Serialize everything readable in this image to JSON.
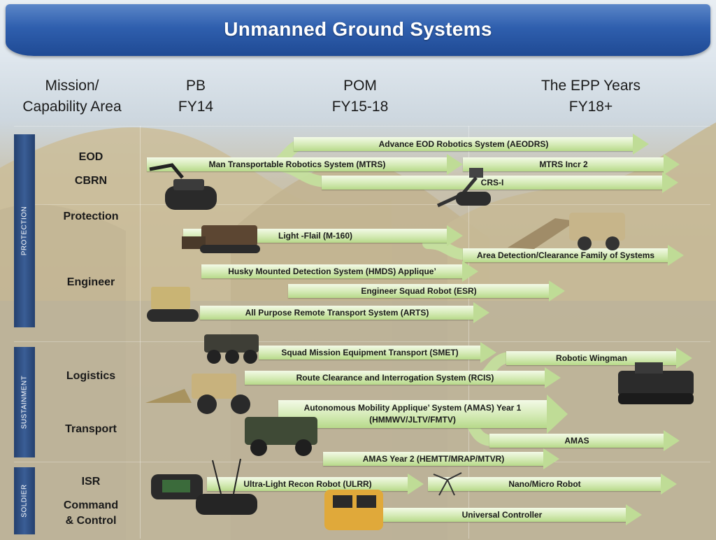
{
  "title": "Unmanned Ground Systems",
  "columns": {
    "mission": [
      "Mission/",
      "Capability Area"
    ],
    "pb": [
      "PB",
      "FY14"
    ],
    "pom": [
      "POM",
      "FY15-18"
    ],
    "epp": [
      "The EPP Years",
      "FY18+"
    ]
  },
  "sidebars": {
    "protection": "PROTECTION",
    "sustainment": "SUSTAINMENT",
    "soldier": "SOLDIER"
  },
  "rows": {
    "eod": "EOD",
    "cbrn": "CBRN",
    "protection": "Protection",
    "engineer": "Engineer",
    "logistics": "Logistics",
    "transport": "Transport",
    "isr": "ISR",
    "c2": [
      "Command",
      "& Control"
    ]
  },
  "programs": {
    "aeodrs": "Advance EOD Robotics System (AEODRS)",
    "mtrs": "Man Transportable Robotics System (MTRS)",
    "mtrs_incr2": "MTRS Incr 2",
    "crs_i": "CRS-I",
    "light_flail": "Light -Flail (M-160)",
    "adc_fos": "Area Detection/Clearance Family of Systems",
    "hmds": "Husky Mounted Detection System (HMDS) Applique’",
    "esr": "Engineer Squad Robot (ESR)",
    "arts": "All Purpose Remote Transport System (ARTS)",
    "smet": "Squad Mission Equipment Transport (SMET)",
    "wingman": "Robotic Wingman",
    "rcis": "Route Clearance and Interrogation System (RCIS)",
    "amas_y1": [
      "Autonomous Mobility Applique’ System (AMAS) Year 1",
      "(HMMWV/JLTV/FMTV)"
    ],
    "amas": "AMAS",
    "amas_y2": "AMAS Year 2 (HEMTT/MRAP/MTVR)",
    "ulrr": "Ultra-Light Recon Robot (ULRR)",
    "nano": "Nano/Micro Robot",
    "uc": "Universal Controller"
  },
  "colors": {
    "banner": "#2f5fae",
    "arrow": "#c8e3a0",
    "sidebar": "#2e4f82"
  }
}
